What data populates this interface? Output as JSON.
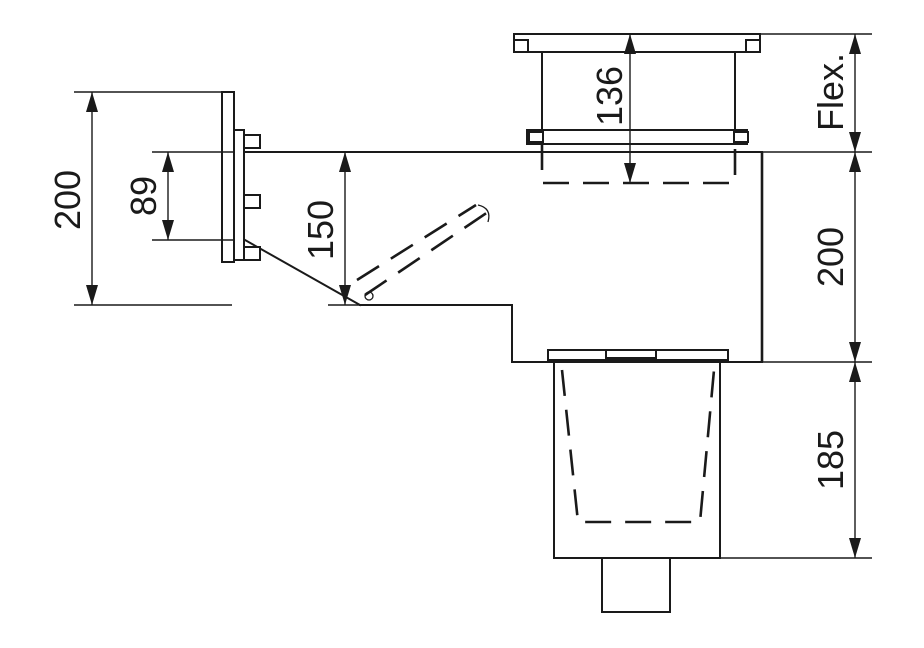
{
  "dimensions": {
    "left_overall": "200",
    "left_flange": "89",
    "inlet_depth": "150",
    "top_riser": "136",
    "top_adjust": "Flex.",
    "body_height": "200",
    "basket_height": "185"
  }
}
